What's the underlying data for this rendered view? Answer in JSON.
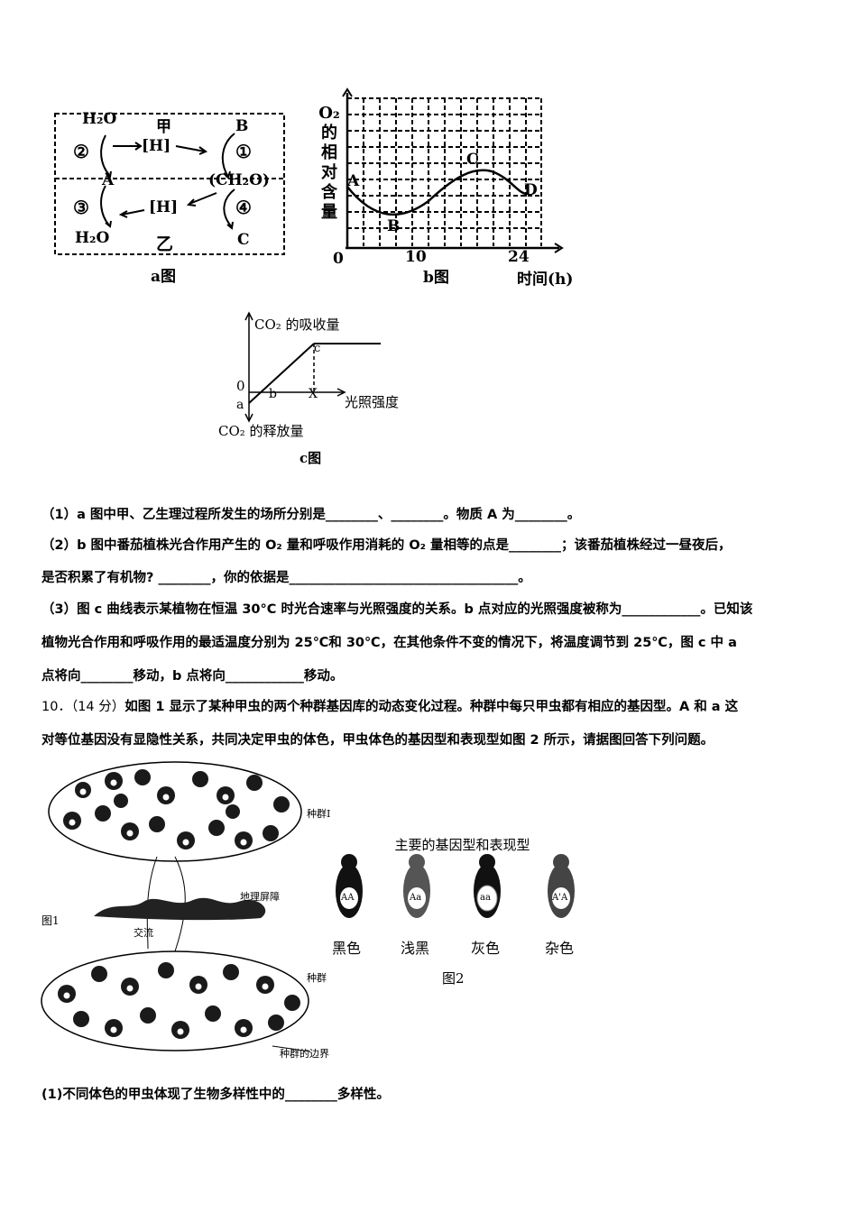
{
  "fig_a": {
    "caption": "a图",
    "h2o_top": "H₂O",
    "jia": "甲",
    "b_top": "B",
    "circle2": "②",
    "h_top": "[H]",
    "circle1": "①",
    "a_label": "A",
    "ch2o": "(CH₂O)",
    "circle3": "③",
    "h_bottom": "[H]",
    "circle4": "④",
    "h2o_bottom": "H₂O",
    "yi": "乙",
    "c_bottom": "C"
  },
  "fig_b": {
    "caption": "b图",
    "ylabel": [
      "O₂",
      "的",
      "相",
      "对",
      "含",
      "量"
    ],
    "xlabel": "时间(h)",
    "ticks": [
      "0",
      "10",
      "24"
    ],
    "points": [
      "A",
      "B",
      "C",
      "D"
    ]
  },
  "fig_c": {
    "caption": "c图",
    "ylabel_top": "CO₂ 的吸收量",
    "ylabel_bottom": "CO₂ 的释放量",
    "xlabel": "光照强度",
    "origin": "0",
    "a": "a",
    "b": "b",
    "c": "c",
    "x": "X"
  },
  "questions": {
    "q1": "（1）a 图中甲、乙生理过程所发生的场所分别是________、________。物质 A 为________。",
    "q2a": "（2）b 图中番茄植株光合作用产生的 O₂ 量和呼吸作用消耗的 O₂ 量相等的点是________；该番茄植株经过一昼夜后，",
    "q2b": "是否积累了有机物? ________，你的依据是___________________________________。",
    "q3a": "（3）图 c 曲线表示某植物在恒温 30°C 时光合速率与光照强度的关系。b 点对应的光照强度被称为____________。已知该",
    "q3b": "植物光合作用和呼吸作用的最适温度分别为 25℃和 30℃，在其他条件不变的情况下，将温度调节到 25℃，图 c 中 a",
    "q3c": "点将向________移动，b 点将向____________移动。",
    "q10_num": "10．（14 分）",
    "q10a": "如图 1 显示了某种甲虫的两个种群基因库的动态变化过程。种群中每只甲虫都有相应的基因型。A 和 a 这",
    "q10b": "对等位基因没有显隐性关系，共同决定甲虫的体色，甲虫体色的基因型和表现型如图 2 所示，请据图回答下列问题。",
    "q10_1": "(1)不同体色的甲虫体现了生物多样性中的________多样性。"
  },
  "fig1": {
    "label": "图1",
    "pop1": "种群Ⅰ",
    "barrier": "地理屏障",
    "exchange": "交流",
    "pop2": "种群",
    "boundary": "种群的边界"
  },
  "fig2": {
    "title": "主要的基因型和表现型",
    "caption": "图2",
    "genotypes": [
      "AA",
      "Aa",
      "aa",
      "A'A"
    ],
    "phenotypes": [
      "黑色",
      "浅黑",
      "灰色",
      "杂色"
    ]
  }
}
